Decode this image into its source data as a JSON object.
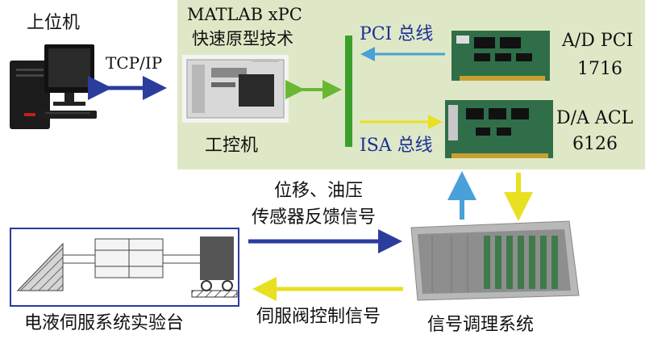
{
  "labels": {
    "host_pc": "上位机",
    "tcp_ip": "TCP/IP",
    "xpc_line1": "MATLAB xPC",
    "xpc_line2": "快速原型技术",
    "ipc": "工控机",
    "pci_bus": "PCI 总线",
    "isa_bus": "ISA 总线",
    "ad_line1": "A/D PCI",
    "ad_line2": "1716",
    "da_line1": "D/A ACL",
    "da_line2": "6126",
    "feedback_line1": "位移、油压",
    "feedback_line2": "传感器反馈信号",
    "servo_signal": "伺服阀控制信号",
    "test_bench": "电液伺服系统实验台",
    "conditioning": "信号调理系统"
  },
  "colors": {
    "panel_green": "#dfe8c6",
    "bus_green": "#3aa02a",
    "arrow_dark_blue": "#2a3c9c",
    "arrow_light_blue": "#4aa0d8",
    "arrow_yellow": "#e8e020",
    "arrow_green": "#6ab832"
  }
}
